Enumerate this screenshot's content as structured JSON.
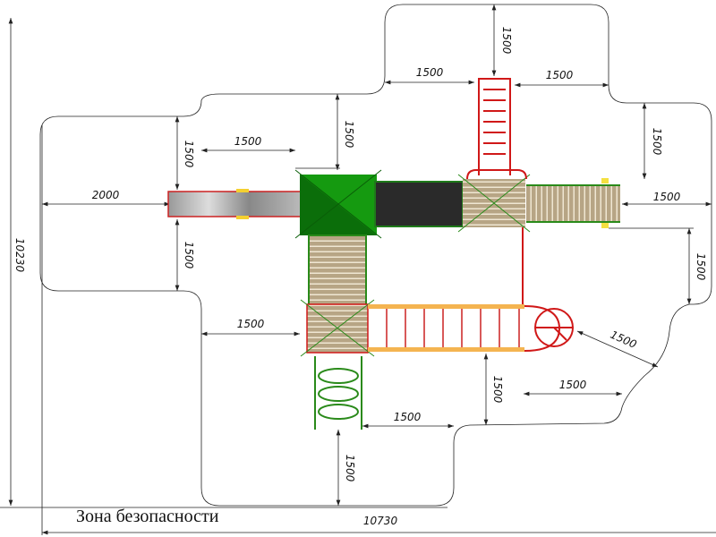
{
  "caption": "Зона безопасности",
  "overall": {
    "width": "10730",
    "height": "10230"
  },
  "dimensions": {
    "top_vertical": "1500",
    "top_left": "1500",
    "top_right": "1500",
    "upper_left_horizontal": "1500",
    "upper_left_vertical": "1500",
    "left_top_vertical": "1500",
    "right_top_vertical": "1500",
    "slide_left": "2000",
    "right_horizontal": "1500",
    "left_lower_vertical": "1500",
    "right_lower_vertical": "1500",
    "middle_left_horizontal": "1500",
    "diagonal_right": "1500",
    "lower_vertical": "1500",
    "lower_right_horizontal": "1500",
    "bottom_horizontal": "1500",
    "bottom_vertical": "1500"
  },
  "colors": {
    "green": "#1f9a1a",
    "red": "#d01818",
    "wood": "#b8a88a",
    "dark": "#2a2a2a",
    "orange": "#f4b450"
  }
}
